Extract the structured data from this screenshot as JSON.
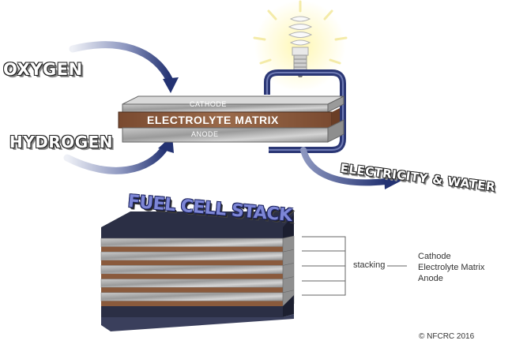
{
  "inputs": {
    "oxygen": "OXYGEN",
    "hydrogen": "HYDROGEN"
  },
  "cell": {
    "cathode": "CATHODE",
    "electrolyte": "ELECTROLYTE MATRIX",
    "anode": "ANODE"
  },
  "output": {
    "label": "ELECTRICITY & WATER"
  },
  "stack": {
    "title": "FUEL CELL STACK",
    "stacking_label": "stacking",
    "legend": [
      "Cathode",
      "Electrolyte Matrix",
      "Anode"
    ]
  },
  "copyright": "© NFCRC 2016",
  "colors": {
    "arrow": "#2a3a78",
    "arrow_light": "#e6e9f2",
    "electrolyte": "#8a5a3c",
    "electrode": "#a9a9a9",
    "stack_plate": "#2b2f45",
    "title_fill": "#7d86d6"
  },
  "icons": [
    "light-bulb-icon"
  ]
}
